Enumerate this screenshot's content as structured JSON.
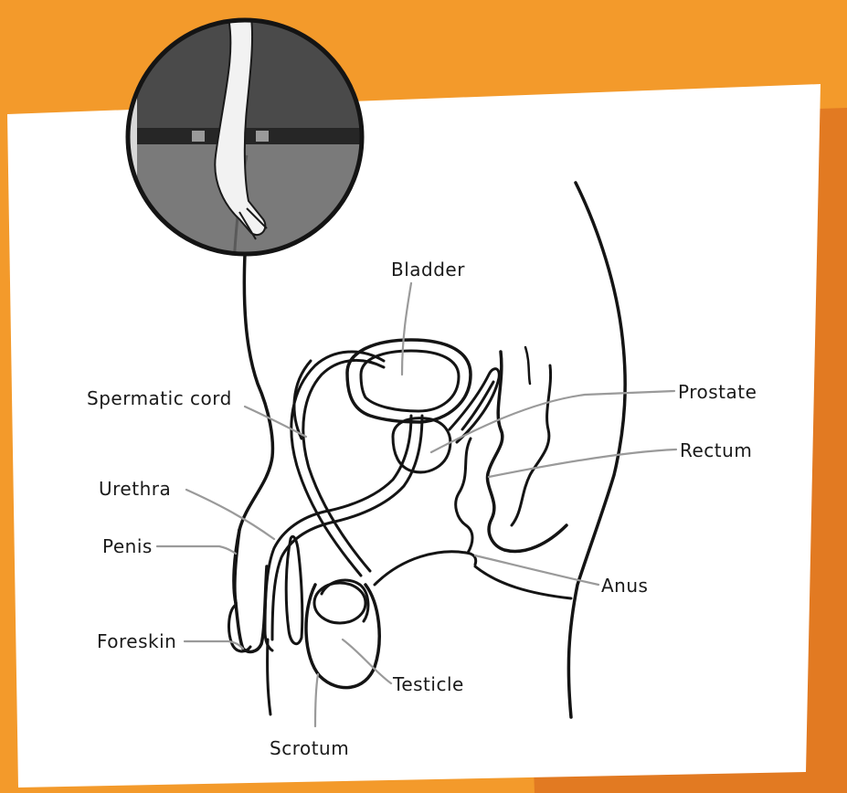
{
  "diagram": {
    "colors": {
      "background": "#f39a2b",
      "back_card": "#e27a22",
      "card": "#ffffff",
      "ink": "#141414",
      "leader": "#9a9a9a"
    },
    "labels": {
      "bladder": "Bladder",
      "spermatic_cord": "Spermatic cord",
      "prostate": "Prostate",
      "rectum": "Rectum",
      "urethra": "Urethra",
      "penis": "Penis",
      "anus": "Anus",
      "foreskin": "Foreskin",
      "testicle": "Testicle",
      "scrotum": "Scrotum"
    }
  }
}
